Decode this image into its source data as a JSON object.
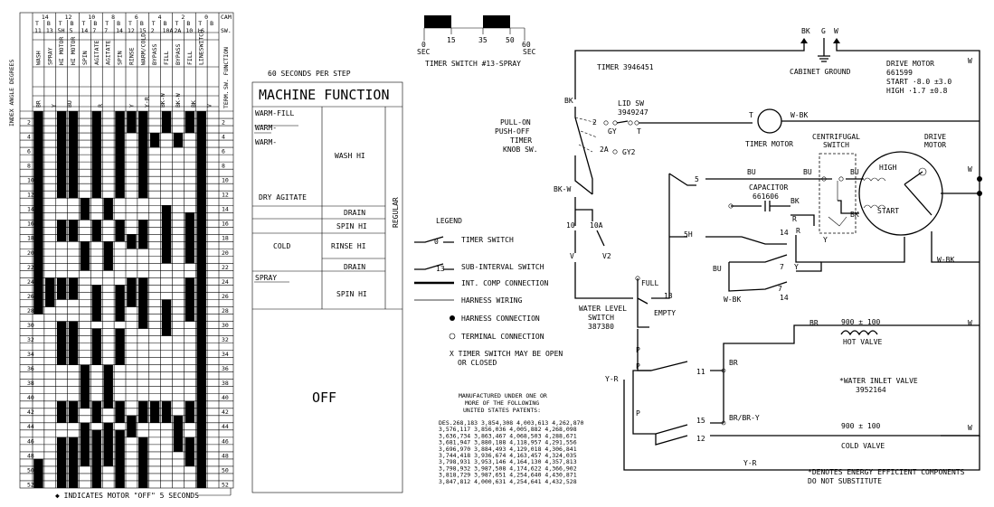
{
  "side_label": "INDEX ANGLE DEGREES",
  "timer_cols": [
    {
      "top": "14",
      "subs": [
        "T",
        "B"
      ],
      "sub2": [
        "11",
        "13"
      ]
    },
    {
      "top": "12",
      "subs": [
        "T",
        "B"
      ],
      "sub2": [
        "5H",
        "5"
      ]
    },
    {
      "top": "10",
      "subs": [
        "T",
        "B"
      ],
      "sub2": [
        "14",
        "7"
      ]
    },
    {
      "top": "8",
      "subs": [
        "T",
        "B"
      ],
      "sub2": [
        "7",
        "14"
      ]
    },
    {
      "top": "6",
      "subs": [
        "T",
        "B"
      ],
      "sub2": [
        "12",
        "15"
      ]
    },
    {
      "top": "4",
      "subs": [
        "T",
        "B"
      ],
      "sub2": [
        "2",
        "10A"
      ]
    },
    {
      "top": "2",
      "subs": [
        "T",
        "B"
      ],
      "sub2": [
        "2A",
        "10"
      ]
    },
    {
      "top": "0",
      "subs": [
        "T",
        "B"
      ],
      "sub2": [
        "LS",
        ""
      ]
    }
  ],
  "cam_label": "CAM",
  "sw_label": "SW.",
  "col_funcs": [
    "WASH",
    "SPRAY",
    "HI MOTOR",
    "HI MOTOR",
    "SPIN",
    "AGITATE",
    "AGITATE",
    "SPIN",
    "RINSE",
    "WARM/COLD",
    "BYPASS",
    "FILL",
    "BYPASS",
    "FILL",
    "LINESWITCH",
    ""
  ],
  "col_wires": [
    "BR",
    "Y",
    "BU",
    "",
    "R",
    "",
    "Y",
    "Y-R",
    "BK-W",
    "BK-W",
    "BK",
    "V"
  ],
  "term_label": "TERM.",
  "sw_function": "SW. FUNCTION",
  "row_numbers": [
    "2",
    "4",
    "6",
    "8",
    "10",
    "12",
    "14",
    "16",
    "18",
    "20",
    "22",
    "24",
    "26",
    "28",
    "30",
    "32",
    "34",
    "36",
    "38",
    "40",
    "42",
    "44",
    "46",
    "48",
    "50",
    "52"
  ],
  "seconds_per_step": "60 SECONDS PER STEP",
  "machine_function": "MACHINE FUNCTION",
  "mf_left": [
    "WARM-FILL",
    "WARM-",
    "WARM-",
    "DRY AGITATE",
    "COLD",
    "SPRAY"
  ],
  "mf_right": [
    "WASH HI",
    "DRAIN",
    "SPIN HI",
    "RINSE HI",
    "DRAIN",
    "SPIN HI"
  ],
  "regular": "REGULAR",
  "off_label": "OFF",
  "motor_off_note": "◆ INDICATES MOTOR \"OFF\" 5 SECONDS",
  "timer_switch_title": "TIMER SWITCH #13-SPRAY",
  "timer_scale": [
    "0",
    "15",
    "35",
    "50",
    "60"
  ],
  "sec": "SEC",
  "timer_model": "TIMER 3946451",
  "lid_sw": [
    "LID SW",
    "3949247"
  ],
  "pull_on": [
    "PULL-ON",
    "PUSH-OFF",
    "TIMER",
    "KNOB SW."
  ],
  "timer_motor": "TIMER MOTOR",
  "centrifugal": [
    "CENTRIFUGAL",
    "SWITCH"
  ],
  "drive_motor_small": [
    "DRIVE",
    "MOTOR"
  ],
  "drive_motor": [
    "DRIVE MOTOR",
    "661599",
    "START ·8.0 ±3.0",
    "HIGH ·1.7 ±0.8"
  ],
  "cabinet_ground": "CABINET GROUND",
  "supply": [
    "BK",
    "G",
    "W"
  ],
  "capacitor": [
    "CAPACITOR",
    "661606"
  ],
  "high": "HIGH",
  "start": "START",
  "water_level": [
    "WATER LEVEL",
    "SWITCH",
    "387380"
  ],
  "full": "FULL",
  "empty": "EMPTY",
  "hot_valve": [
    "900 ± 100",
    "HOT VALVE"
  ],
  "cold_valve": [
    "900 ± 100",
    "COLD VALVE"
  ],
  "inlet_valve": [
    "*WATER INLET VALVE",
    "3952164"
  ],
  "energy_note": [
    "*DENOTES ENERGY EFFICIENT COMPONENTS",
    "DO NOT SUBSTITUTE"
  ],
  "legend_title": "LEGEND",
  "legend": [
    "TIMER SWITCH",
    "SUB-INTERVAL SWITCH",
    "INT. COMP CONNECTION",
    "HARNESS WIRING",
    "HARNESS CONNECTION",
    "TERMINAL CONNECTION",
    "X TIMER SWITCH MAY BE OPEN",
    "OR CLOSED"
  ],
  "legend_nums": [
    "0",
    "13"
  ],
  "patents_title": [
    "MANUFACTURED UNDER ONE OR",
    "MORE OF THE FOLLOWING",
    "UNITED STATES PATENTS:"
  ],
  "patents": [
    "DES.268,183 3,854,308 4,003,613 4,262,870",
    "3,576,117 3,856,036 4,005,882 4,268,098",
    "3,636,734 3,863,467 4,068,503 4,288,671",
    "3,681,947 3,880,188 4,118,957 4,291,556",
    "3,696,970 3,884,493 4,129,018 4,306,841",
    "3,744,418 3,936,674 4,163,457 4,324,035",
    "3,798,931 3,953,146 4,164,130 4,357,813",
    "3,798,932 3,987,508 4,174,622 4,366,902",
    "3,818,729 3,987,651 4,254,640 4,430,871",
    "3,847,812 4,000,631 4,254,641 4,432,528"
  ],
  "wire_labels": {
    "bk": "BK",
    "bkw": "BK-W",
    "wbk": "W-BK",
    "gy": "GY",
    "gy2": "GY2",
    "t": "T",
    "two": "2",
    "twoA": "2A",
    "bu": "BU",
    "r": "R",
    "five": "5",
    "fiveH": "5H",
    "fourteen": "14",
    "seven": "7",
    "y": "Y",
    "ten": "10",
    "tenA": "10A",
    "v": "V",
    "v2": "V2",
    "p": "P",
    "br": "BR",
    "yr": "Y-R",
    "eleven": "11",
    "fifteen": "15",
    "twelve": "12",
    "brbry": "BR/BR-Y",
    "thirteen": "13",
    "w": "W"
  }
}
